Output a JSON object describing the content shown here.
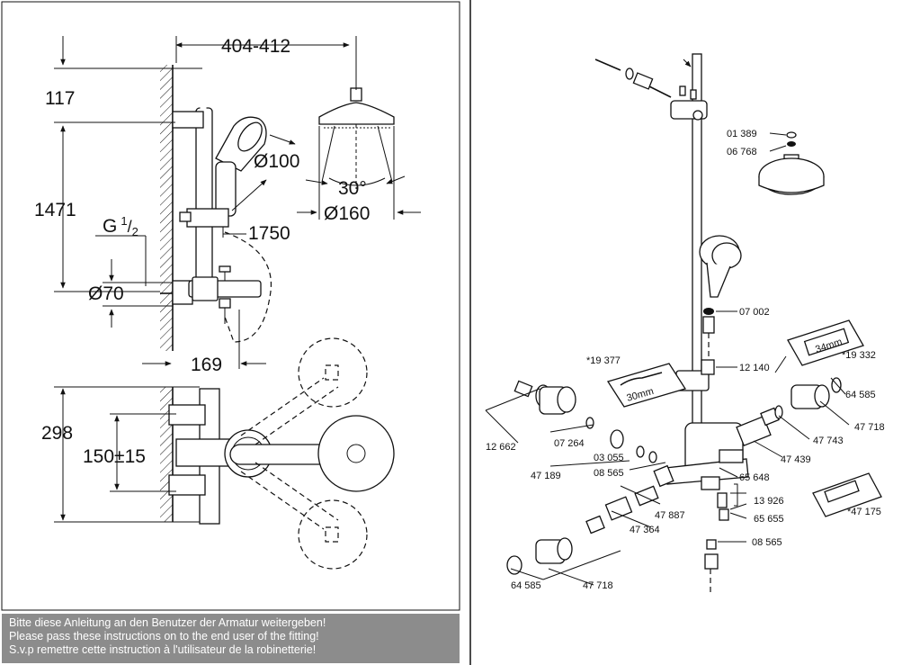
{
  "dimensions": {
    "width_top": "404-412",
    "height_top": "117",
    "height_main": "1471",
    "thread": "G",
    "thread_frac_num": "1",
    "thread_frac_den": "2",
    "hand_shower_dia": "Ø100",
    "head_angle": "30°",
    "head_dia": "Ø160",
    "hose_length": "1750",
    "body_dia": "Ø70",
    "depth": "169",
    "mixer_height": "298",
    "centers": "150±15"
  },
  "parts": {
    "p01389": "01 389",
    "p06768": "06 768",
    "p07002": "07 002",
    "p19332": "*19 332",
    "p19377": "*19 377",
    "p12140": "12 140",
    "p64585a": "64 585",
    "p47718a": "47 718",
    "p47743": "47 743",
    "p47439": "47 439",
    "p12662": "12 662",
    "p07264": "07 264",
    "p03055": "03 055",
    "p47189": "47 189",
    "p08565a": "08 565",
    "p65648": "65 648",
    "p13926": "13 926",
    "p65655": "65 655",
    "p47887": "47 887",
    "p47364": "47 364",
    "p08565b": "08 565",
    "p47175": "*47 175",
    "p64585b": "64 585",
    "p47718b": "47 718",
    "label_30mm": "30mm",
    "label_34mm": "34mm"
  },
  "notice": {
    "de": "Bitte diese Anleitung an den Benutzer der Armatur weitergeben!",
    "en": "Please pass these instructions on to the end user of the fitting!",
    "fr": "S.v.p remettre cette instruction à l'utilisateur de la robinetterie!"
  }
}
